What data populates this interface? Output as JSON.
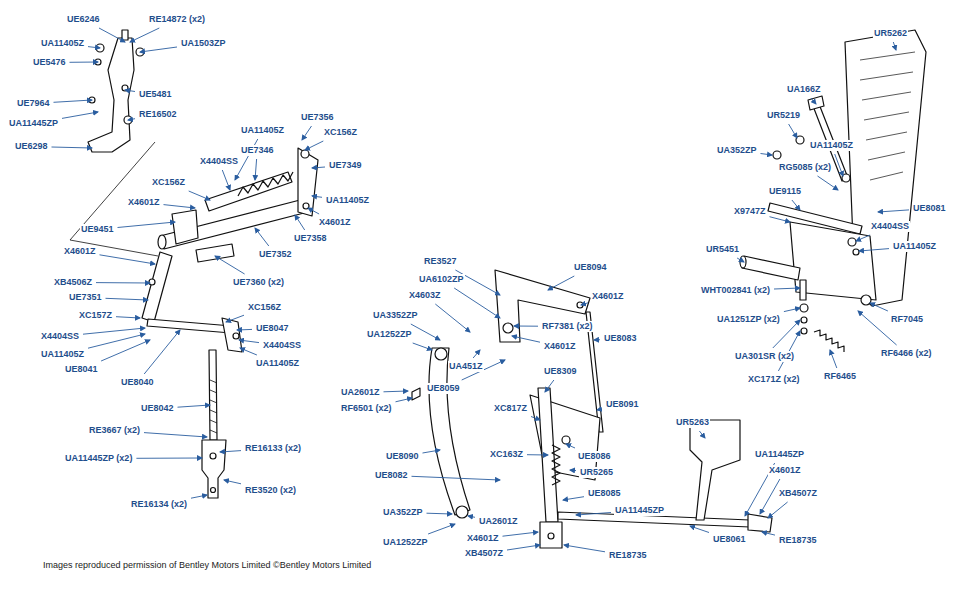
{
  "diagram": {
    "labels": [
      "UE6246",
      "RE14872 (x2)",
      "UA11405Z",
      "UA1503ZP",
      "UE5476",
      "UE5481",
      "UE7964",
      "UA11445ZP",
      "RE16502",
      "UE6298",
      "UA11405Z",
      "UE7356",
      "XC156Z",
      "X4404SS",
      "UE7346",
      "UE7349",
      "XC156Z",
      "X4601Z",
      "UA11405Z",
      "X4601Z",
      "UE9451",
      "UE7358",
      "UE7352",
      "X4601Z",
      "XB4506Z",
      "UE7360 (x2)",
      "UE7351",
      "XC157Z",
      "XC156Z",
      "UE8047",
      "X4404SS",
      "X4404SS",
      "UA11405Z",
      "UA11405Z",
      "UE8041",
      "UE8040",
      "UE8042",
      "RE3667 (x2)",
      "RE16133 (x2)",
      "UA11445ZP (x2)",
      "RE3520 (x2)",
      "RE16134 (x2)",
      "RE3527",
      "UE8094",
      "UA6102ZP",
      "X4603Z",
      "UA3352ZP",
      "UA1252ZP",
      "X4601Z",
      "RF7381 (x2)",
      "UE8083",
      "X4601Z",
      "UA451Z",
      "UE8059",
      "UE8309",
      "UA2601Z",
      "RF6501 (x2)",
      "UE8091",
      "UR5263",
      "XC817Z",
      "XC163Z",
      "UE8090",
      "UE8086",
      "UR5265",
      "UE8082",
      "UE8085",
      "UA11445ZP",
      "UA11445ZP",
      "X4601Z",
      "XB4507Z",
      "UA352ZP",
      "UA2601Z",
      "X4601Z",
      "XB4507Z",
      "RE18735",
      "RE18735",
      "UE8061",
      "UA1252ZP",
      "UR5262",
      "UA166Z",
      "UR5219",
      "UA352ZP",
      "UA11405Z",
      "RG5085 (x2)",
      "UE9115",
      "UE8081",
      "X9747Z",
      "X4404SS",
      "UA11405Z",
      "UR5451",
      "WHT002841 (x2)",
      "UA1251ZP (x2)",
      "RF7045",
      "RF6466 (x2)",
      "UA301SR (x2)",
      "XC171Z (x2)",
      "RF6465",
      "Images reproduced permission of Bentley Motors Limited ©Bentley Motors Limited"
    ]
  }
}
